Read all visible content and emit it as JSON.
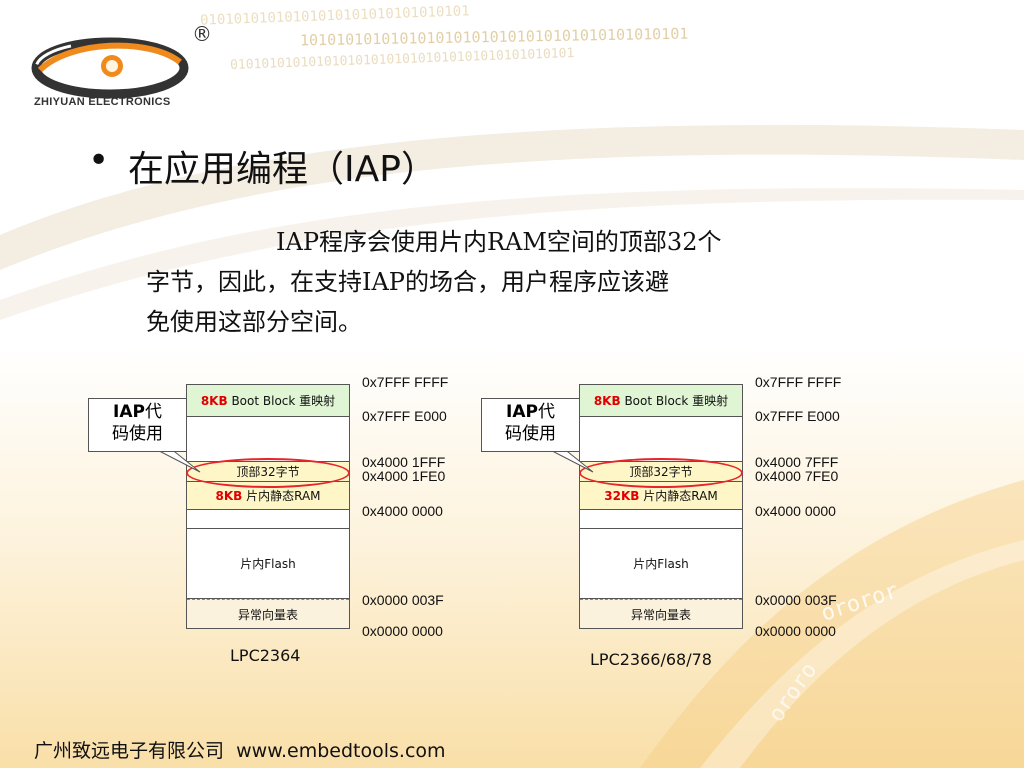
{
  "header": {
    "binary_row_1": "01010101010101010101010101010101",
    "binary_row_2": "1010101010101010101010101010101010101010101",
    "binary_row_3": "01010101010101010101010101010101010101010101",
    "logo_name": "ZHIYUAN ELECTRONICS",
    "registered_mark": "®"
  },
  "slide": {
    "bullet": "•",
    "title": "在应用编程（IAP）",
    "paragraph_line_1": "IAP程序会使用片内RAM空间的顶部32个",
    "paragraph_line_2": "字节，因此，在支持IAP的场合，用户程序应该避",
    "paragraph_line_3": "免使用这部分空间。"
  },
  "diagrams": [
    {
      "chip": "LPC2364",
      "callout_bold": "IAP",
      "callout_line_1": "代",
      "callout_line_2": "码使用",
      "boot_size": "8KB",
      "boot_label": "Boot Block 重映射",
      "top32_label": "顶部32字节",
      "ram_size": "8KB",
      "ram_label": "片内静态RAM",
      "flash_label": "片内Flash",
      "vector_label": "异常向量表",
      "addr_top": "0x7FFF FFFF",
      "addr_boot": "0x7FFF E000",
      "addr_ram_end": "0x4000 1FFF",
      "addr_ram_iap": "0x4000 1FE0",
      "addr_ram_start": "0x4000 0000",
      "addr_vec_end": "0x0000 003F",
      "addr_zero": "0x0000 0000"
    },
    {
      "chip": "LPC2366/68/78",
      "callout_bold": "IAP",
      "callout_line_1": "代",
      "callout_line_2": "码使用",
      "boot_size": "8KB",
      "boot_label": "Boot Block 重映射",
      "top32_label": "顶部32字节",
      "ram_size": "32KB",
      "ram_label": "片内静态RAM",
      "flash_label": "片内Flash",
      "vector_label": "异常向量表",
      "addr_top": "0x7FFF FFFF",
      "addr_boot": "0x7FFF E000",
      "addr_ram_end": "0x4000 7FFF",
      "addr_ram_iap": "0x4000 7FE0",
      "addr_ram_start": "0x4000 0000",
      "addr_vec_end": "0x0000 003F",
      "addr_zero": "0x0000 0000"
    }
  ],
  "footer": {
    "company": "广州致远电子有限公司",
    "website": "www.embedtools.com"
  },
  "colors": {
    "accent_red": "#e00000",
    "boot_fill": "#dff5d3",
    "ram_fill": "#fff6c8",
    "vector_fill": "#fbf2dd",
    "logo_orange": "#f08a1c"
  }
}
